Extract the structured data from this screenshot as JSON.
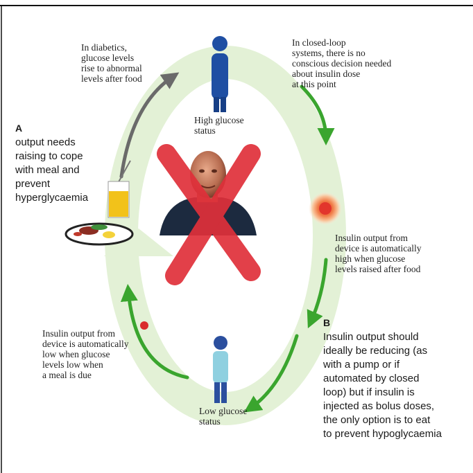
{
  "labels": {
    "diabetics": "In diabetics,\nglucose levels\nrise to abnormal\nlevels after food",
    "closed_loop": "In closed-loop\nsystems, there is no\nconscious decision needed\nabout insulin dose\nat this point",
    "high_status": "High glucose\nstatus",
    "insulin_high": "Insulin output from\ndevice is automatically\nhigh when glucose\nlevels raised after food",
    "insulin_low": "Insulin output from\ndevice is automatically\nlow when glucose\nlevels low when\na meal is due",
    "low_status": "Low glucose\nstatus"
  },
  "annotations": {
    "a": {
      "letter": "A",
      "text": "output needs\nraising to cope\nwith meal and\nprevent\nhyperglycaemia"
    },
    "b": {
      "letter": "B",
      "text": "Insulin output should\nideally be reducing (as\nwith a pump or if\nautomated by closed\nloop) but if insulin is\ninjected as bolus doses,\nthe only option is to eat\nto prevent hypoglycaemia"
    }
  },
  "colors": {
    "cycle_band": "#e3f1d6",
    "arrow_green": "#3aa52e",
    "arrow_grey": "#6a6a6a",
    "high_figure": "#1f4fa3",
    "low_figure_body": "#8fd0e0",
    "low_figure_legs": "#2b4f9e",
    "red_cross": "#e0303a",
    "red_dot": "#d92c2c"
  }
}
